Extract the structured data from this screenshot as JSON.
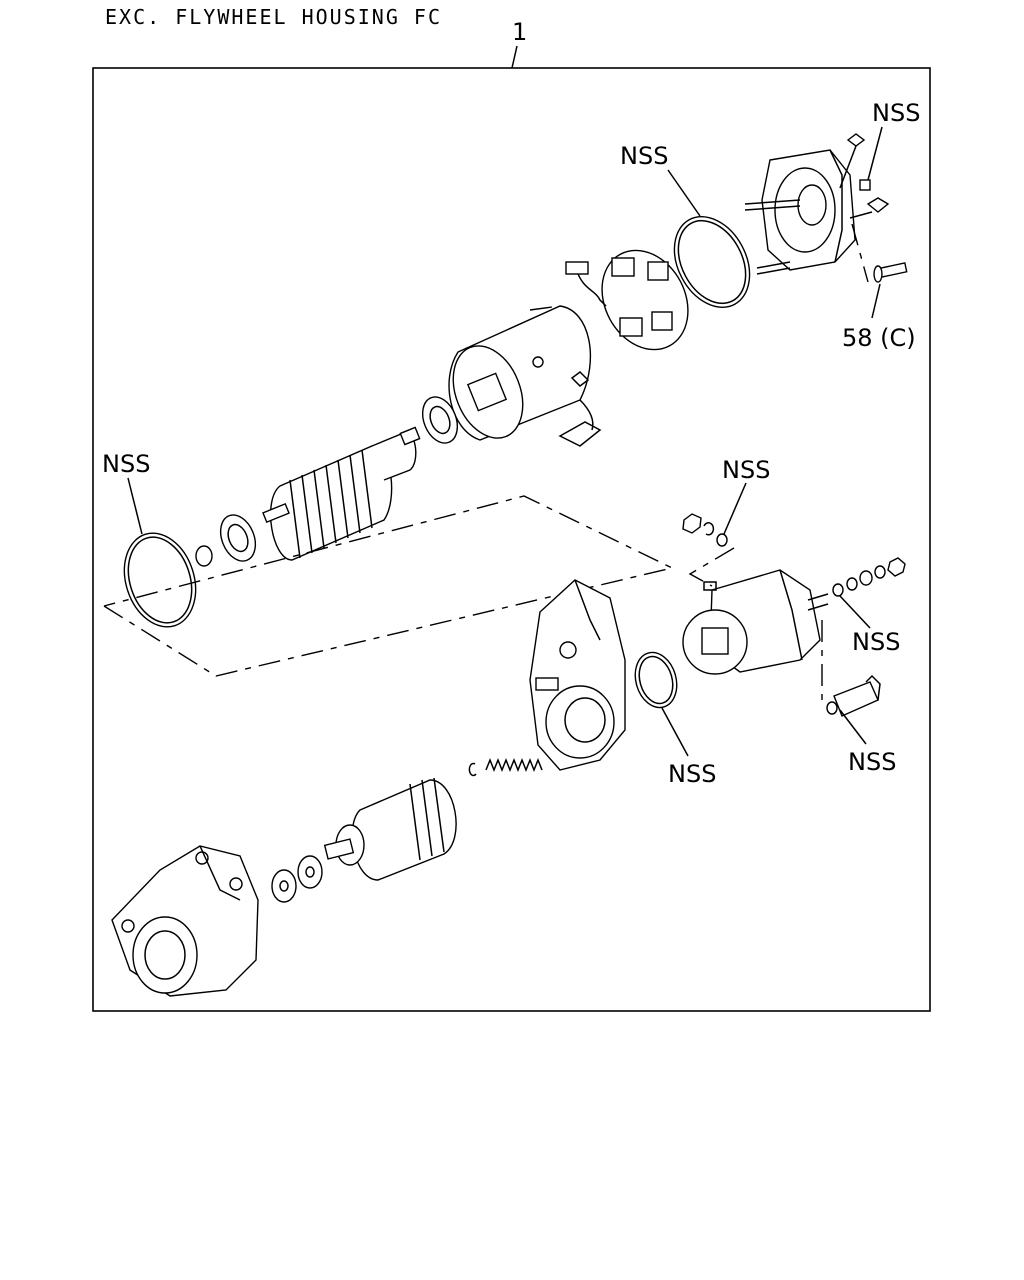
{
  "header": {
    "title": "EXC. FLYWHEEL HOUSING FC",
    "ref_number": "1"
  },
  "callouts": [
    {
      "id": "nss-top-right",
      "text": "NSS"
    },
    {
      "id": "nss-ring-top",
      "text": "NSS"
    },
    {
      "id": "ref-58c",
      "text": "58 (C)"
    },
    {
      "id": "nss-left-ring",
      "text": "NSS"
    },
    {
      "id": "nss-washer",
      "text": "NSS"
    },
    {
      "id": "nss-right-nuts",
      "text": "NSS"
    },
    {
      "id": "nss-center-ring",
      "text": "NSS"
    },
    {
      "id": "nss-bracket",
      "text": "NSS"
    }
  ]
}
